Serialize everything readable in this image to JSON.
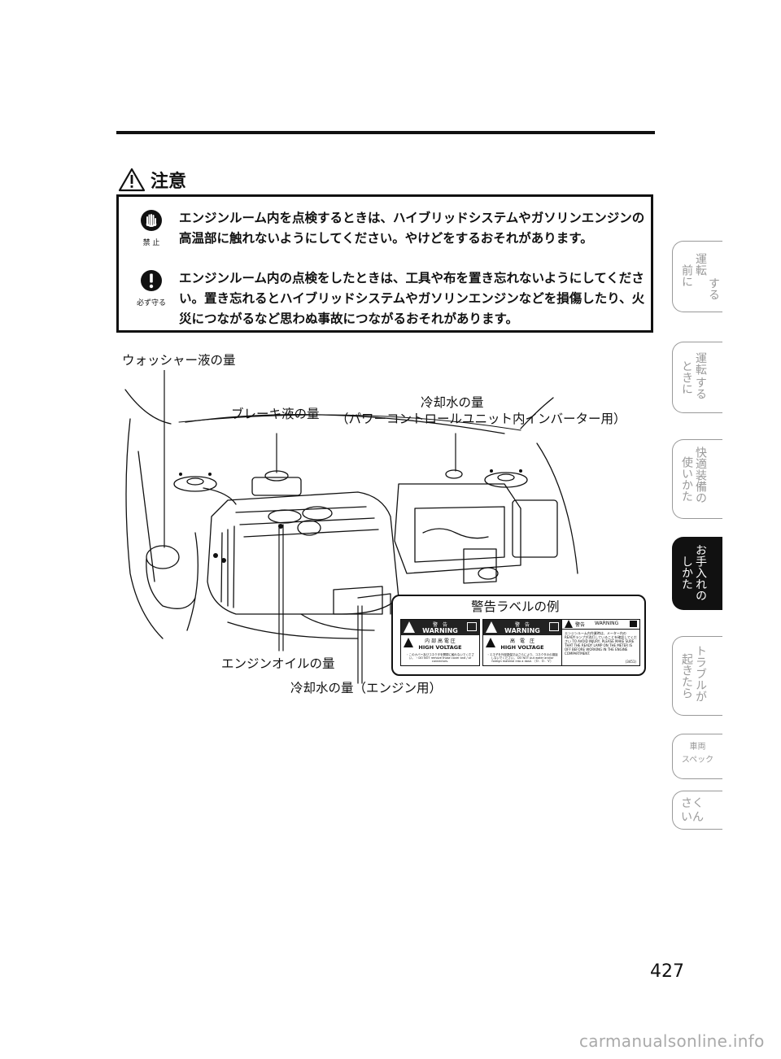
{
  "caution": {
    "title": "注意",
    "items": [
      {
        "icon_label": "禁 止",
        "icon": "prohibited-hand-icon",
        "text": "エンジンルーム内を点検するときは、ハイブリッドシステムやガソリンエンジンの高温部に触れないようにしてください。やけどをするおそれがあります。"
      },
      {
        "icon_label": "必ず守る",
        "icon": "mandatory-exclamation-icon",
        "text": "エンジンルーム内の点検をしたときは、工具や布を置き忘れないようにしてください。置き忘れるとハイブリッドシステムやガソリンエンジンなどを損傷したり、火災につながるなど思わぬ事故につながるおそれがあります。"
      }
    ]
  },
  "labels": {
    "washer": "ウォッシャー液の量",
    "brake": "ブレーキ液の量",
    "coolant_inverter_1": "冷却水の量",
    "coolant_inverter_2": "（パワーコントロールユニット内インバーター用）",
    "oil": "エンジンオイルの量",
    "coolant_engine": "冷却水の量（エンジン用）",
    "warning_example": "警告ラベルの例"
  },
  "warning_labels": [
    {
      "jp": "警　告",
      "en": "WARNING",
      "sub_jp": "内 部 高 電 圧",
      "sub_en": "HIGH VOLTAGE",
      "fine": "・このカバー及びコネクタを開閉に触れないでください。 ・DO NOT remove those cover and / or connectors."
    },
    {
      "jp": "警　告",
      "en": "WARNING",
      "sub_jp": "高　電　圧",
      "sub_en": "HIGH VOLTAGE",
      "fine": "・エネ子を外部損傷又はさらにより、コネクタのの損接しないでください。 DO NOT put water and/or foreign material into a dose. 〔Ｄ．Ｄ．Ｖ〕"
    },
    {
      "jp": "警告",
      "en": "WARNING",
      "fine": "エンジンルーム内作業時は、メーター内のREADYランプが消灯していることを確認してください TO AVOID INJURY, PLEASE MAKE SURE THAT THE READY LAMP ON THE METER IS OFF BEFORE WORKING IN THE ENGINE COMPARTMENT.",
      "code": "(3451)"
    }
  ],
  "side_tabs": [
    {
      "lines": [
        "運転",
        "前に",
        "する"
      ],
      "active": false
    },
    {
      "lines": [
        "運転",
        "する",
        "ときに"
      ],
      "active": false
    },
    {
      "lines": [
        "快適装備の",
        "使いかた"
      ],
      "active": false
    },
    {
      "lines": [
        "お手入れの",
        "しかた"
      ],
      "active": true
    },
    {
      "lines": [
        "トラブルが",
        "起きたら"
      ],
      "active": false
    },
    {
      "lines": [
        "車両",
        "スペック"
      ],
      "active": false
    },
    {
      "lines": [
        "さく",
        "いん"
      ],
      "active": false
    }
  ],
  "page_number": "427",
  "watermark": "carmanualsonline.info"
}
